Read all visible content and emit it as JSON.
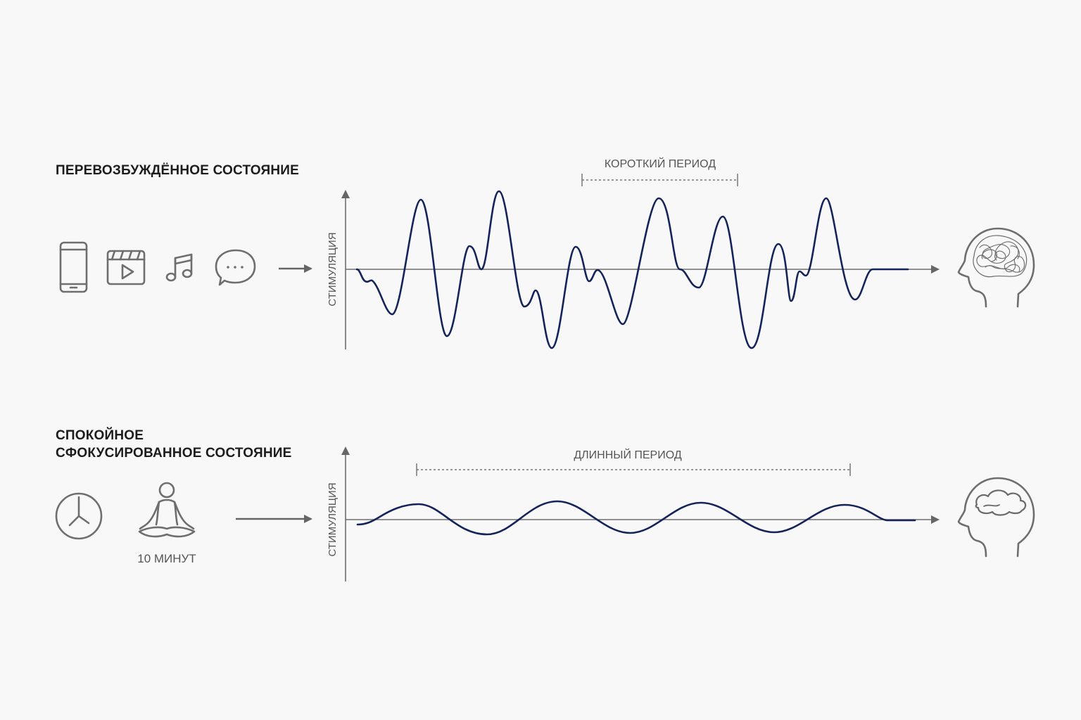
{
  "top_section": {
    "title": "ПЕРЕВОЗБУЖДЁННОЕ СОСТОЯНИЕ",
    "period_label": "КОРОТКИЙ ПЕРИОД",
    "axis_label": "СТИМУЛЯЦИЯ",
    "inputs": [
      "phone-icon",
      "video-icon",
      "music-note-icon",
      "chat-bubble-icon"
    ],
    "result_icon": "tangled-brain-head-icon"
  },
  "bottom_section": {
    "title_line1": "СПОКОЙНОЕ",
    "title_line2": "СФОКУСИРОВАННОЕ СОСТОЯНИЕ",
    "period_label": "ДЛИННЫЙ ПЕРИОД",
    "axis_label": "СТИМУЛЯЦИЯ",
    "duration_label": "10 МИНУТ",
    "inputs": [
      "clock-icon",
      "meditation-icon"
    ],
    "result_icon": "calm-cloud-head-icon"
  },
  "colors": {
    "wave": "#14245a",
    "axis": "#6e6e6e",
    "icon": "#6e6e6e",
    "background": "#f8f8f8"
  }
}
